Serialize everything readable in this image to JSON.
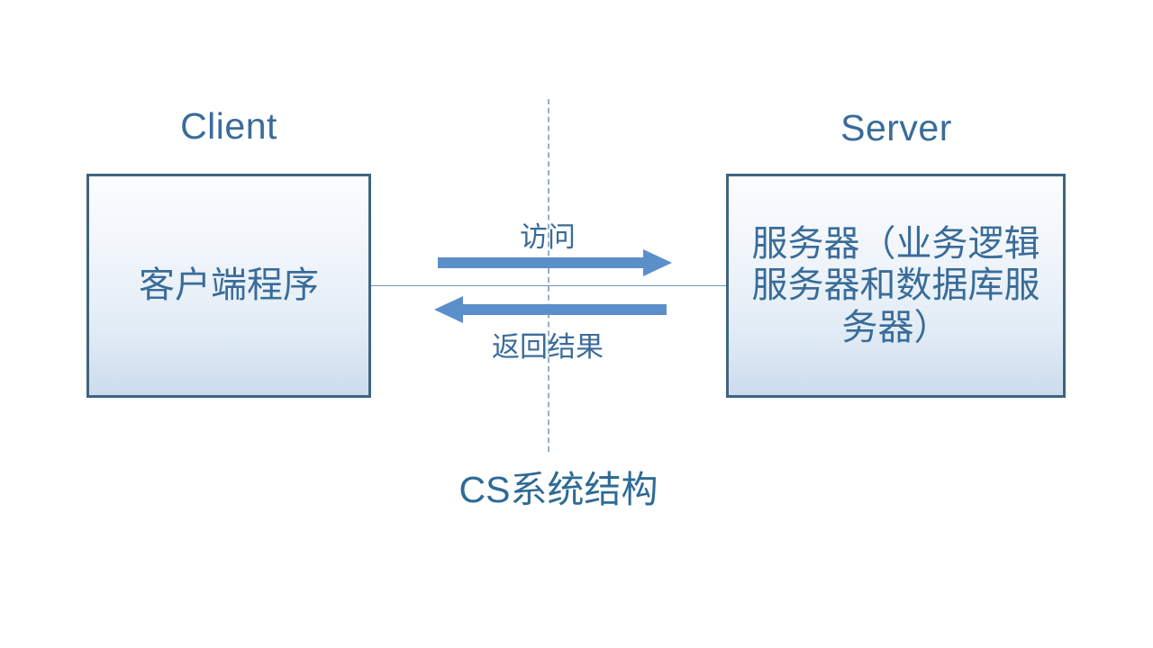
{
  "diagram": {
    "caption": "CS系统结构",
    "accent_color": "#5b8fc9",
    "text_color": "#3a6c99",
    "box_border_color": "#3f6480",
    "divider_color": "#9aafc4",
    "background_color": "#ffffff",
    "sides": {
      "client": {
        "caption": "Client",
        "box_label": "客户端程序"
      },
      "server": {
        "caption": "Server",
        "box_label": "服务器（业务逻辑服务器和数据库服务器）"
      }
    },
    "flows": [
      {
        "name": "request",
        "label": "访问",
        "direction": "right",
        "from": "client",
        "to": "server"
      },
      {
        "name": "response",
        "label": "返回结果",
        "direction": "left",
        "from": "server",
        "to": "client"
      }
    ]
  }
}
